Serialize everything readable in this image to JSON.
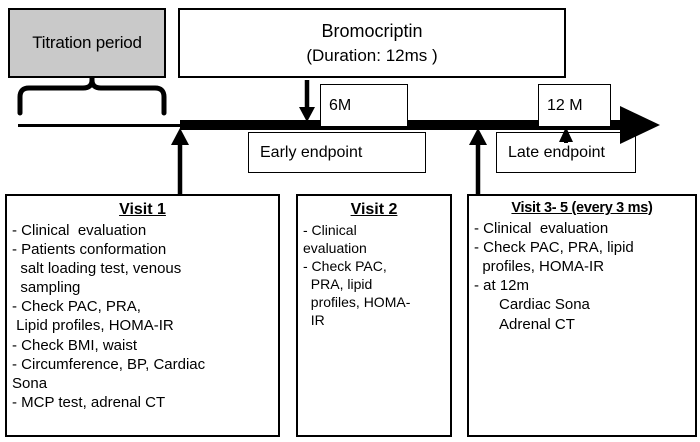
{
  "figure": {
    "type": "study-design-flowchart"
  },
  "titration": {
    "label": "Titration period",
    "fill": "#c9c9c9"
  },
  "drug": {
    "name": "Bromocriptin",
    "duration": "(Duration: 12ms )"
  },
  "milestones": [
    {
      "label": "6M"
    },
    {
      "label": "12 M"
    }
  ],
  "endpoints": [
    {
      "label": "Early endpoint"
    },
    {
      "label": "Late endpoint"
    }
  ],
  "visits": [
    {
      "title": "Visit 1",
      "lines": [
        "- Clinical  evaluation",
        "- Patients conformation",
        "  salt loading test, venous",
        "  sampling",
        "- Check PAC, PRA,",
        " Lipid profiles, HOMA-IR",
        "- Check BMI, waist",
        "- Circumference, BP, Cardiac",
        "Sona",
        "- MCP test, adrenal CT"
      ]
    },
    {
      "title": "Visit 2",
      "lines": [
        "- Clinical",
        "evaluation",
        "- Check PAC,",
        "  PRA, lipid",
        "  profiles, HOMA-",
        "  IR"
      ]
    },
    {
      "title": "Visit 3- 5 (every 3 ms)",
      "lines": [
        "- Clinical  evaluation",
        "- Check PAC, PRA, lipid",
        "  profiles, HOMA-IR",
        "- at 12m",
        "      Cardiac Sona",
        "      Adrenal CT"
      ]
    }
  ],
  "colors": {
    "stroke": "#000000",
    "background": "#ffffff",
    "titration_fill": "#c9c9c9"
  }
}
